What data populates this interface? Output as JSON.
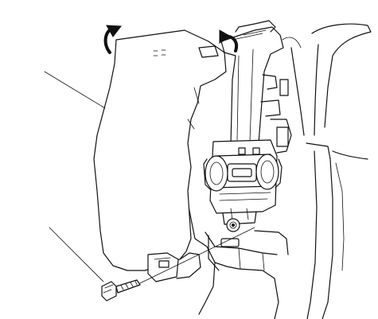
{
  "diagram": {
    "kind": "technical line illustration",
    "parts": [
      "cover-panel",
      "hinge-assembly",
      "motor-unit",
      "mounting-screw",
      "background-frame"
    ],
    "callouts": 2,
    "arrows": 2,
    "colors": {
      "ink": "#111111",
      "paper": "#ffffff"
    }
  }
}
